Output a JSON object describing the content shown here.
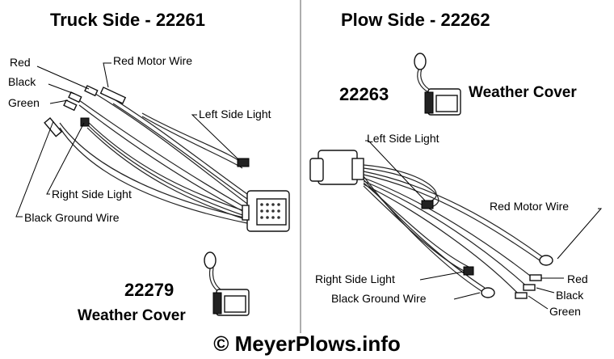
{
  "truck": {
    "title": "Truck Side - 22261",
    "labels": {
      "red": "Red",
      "black": "Black",
      "green": "Green",
      "red_motor": "Red Motor Wire",
      "left_light": "Left Side Light",
      "right_light": "Right Side Light",
      "ground": "Black Ground Wire"
    },
    "cover_part": "22279",
    "cover_label": "Weather Cover"
  },
  "plow": {
    "title": "Plow Side - 22262",
    "cover_part": "22263",
    "cover_label": "Weather Cover",
    "labels": {
      "left_light": "Left Side Light",
      "red_motor": "Red Motor Wire",
      "red": "Red",
      "black": "Black",
      "green": "Green",
      "right_light": "Right Side Light",
      "ground": "Black Ground Wire"
    }
  },
  "footer": "© MeyerPlows.info"
}
